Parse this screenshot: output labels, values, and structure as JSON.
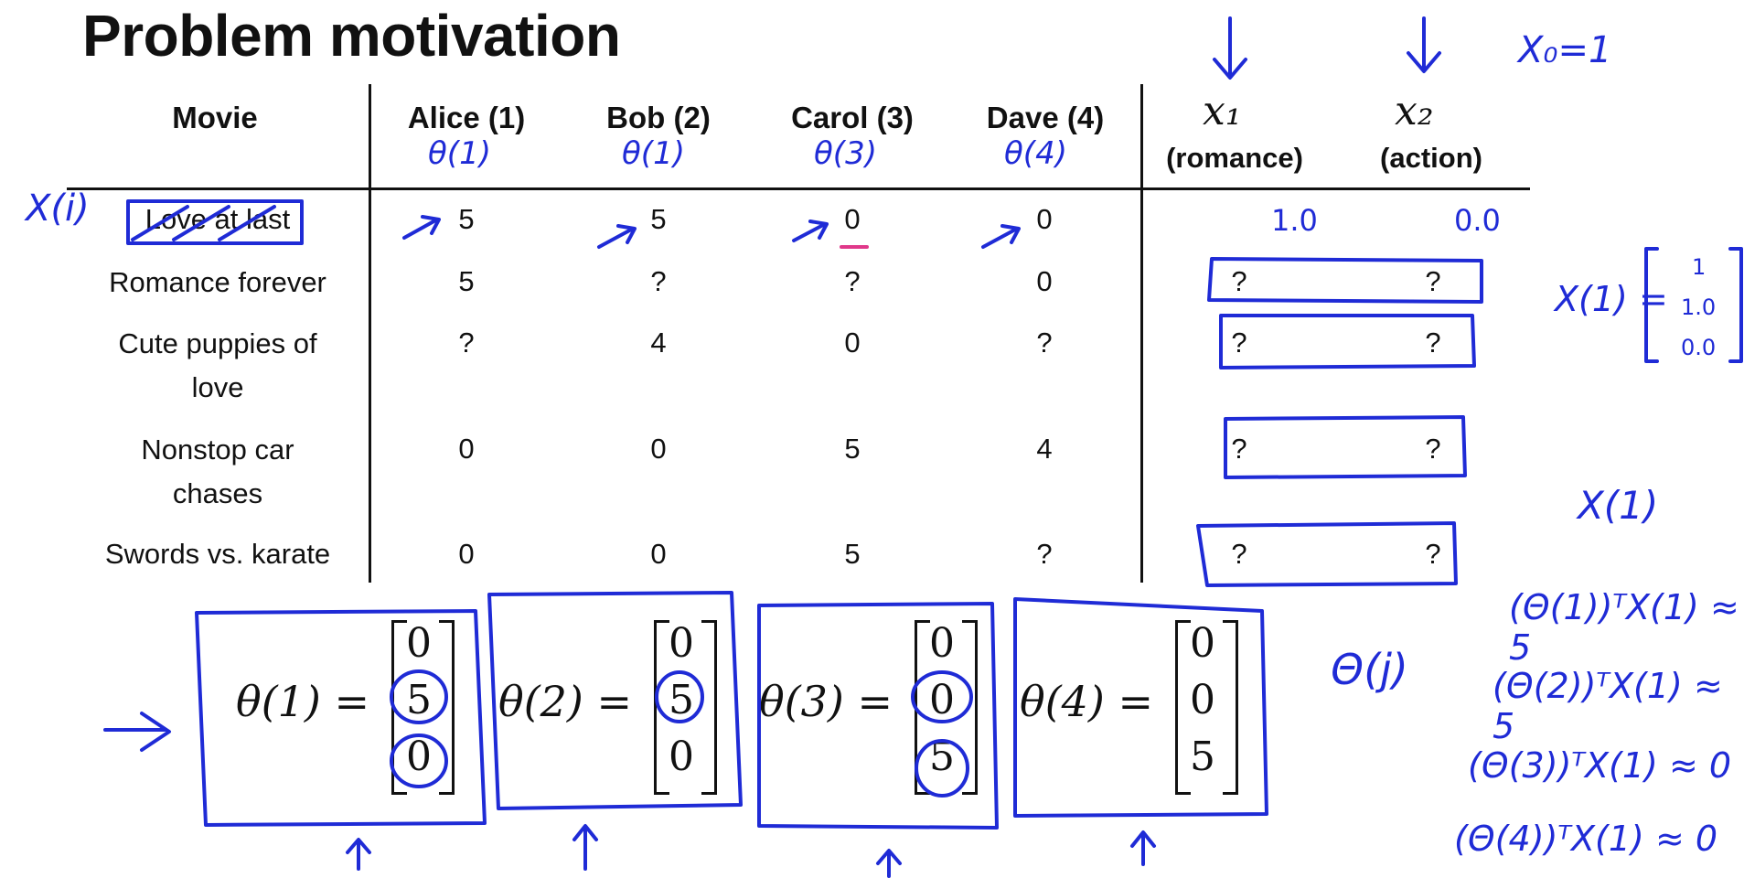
{
  "slide_title": "Problem motivation",
  "table": {
    "movie_header": "Movie",
    "users": [
      {
        "name": "Alice (1)",
        "theta": "θ(1)"
      },
      {
        "name": "Bob (2)",
        "theta": "θ(1)"
      },
      {
        "name": "Carol (3)",
        "theta": "θ(3)"
      },
      {
        "name": "Dave (4)",
        "theta": "θ(4)"
      }
    ],
    "features": [
      {
        "symbol": "x₁",
        "label": "(romance)"
      },
      {
        "symbol": "x₂",
        "label": "(action)"
      }
    ],
    "rows": [
      {
        "movie": "Love at last",
        "ratings": [
          "5",
          "5",
          "0",
          "0"
        ],
        "x1": "1.0",
        "x2": "0.0"
      },
      {
        "movie": "Romance forever",
        "ratings": [
          "5",
          "?",
          "?",
          "0"
        ],
        "x1": "?",
        "x2": "?"
      },
      {
        "movie": "Cute puppies of love",
        "ratings": [
          "?",
          "4",
          "0",
          "?"
        ],
        "x1": "?",
        "x2": "?"
      },
      {
        "movie": "Nonstop car chases",
        "ratings": [
          "0",
          "0",
          "5",
          "4"
        ],
        "x1": "?",
        "x2": "?"
      },
      {
        "movie": "Swords vs. karate",
        "ratings": [
          "0",
          "0",
          "5",
          "?"
        ],
        "x1": "?",
        "x2": "?"
      }
    ]
  },
  "theta_vectors": [
    {
      "lhs": "θ(1) =",
      "values": [
        "0",
        "5",
        "0"
      ]
    },
    {
      "lhs": "θ(2) =",
      "values": [
        "0",
        "5",
        "0"
      ]
    },
    {
      "lhs": "θ(3) =",
      "values": [
        "0",
        "0",
        "5"
      ]
    },
    {
      "lhs": "θ(4) =",
      "values": [
        "0",
        "0",
        "5"
      ]
    }
  ],
  "annotations": {
    "x0": "X₀=1",
    "xi_label": "X(i)",
    "x1_vector_lhs": "X(1) =",
    "x1_vector": [
      "1",
      "1.0",
      "0.0"
    ],
    "x1_label": "X(1)",
    "theta_j": "Θ(j)",
    "products": [
      "(Θ(1))ᵀX(1) ≈ 5",
      "(Θ(2))ᵀX(1) ≈ 5",
      "(Θ(3))ᵀX(1) ≈ 0",
      "(Θ(4))ᵀX(1) ≈ 0"
    ],
    "ink_color": "#1f2bd6"
  }
}
